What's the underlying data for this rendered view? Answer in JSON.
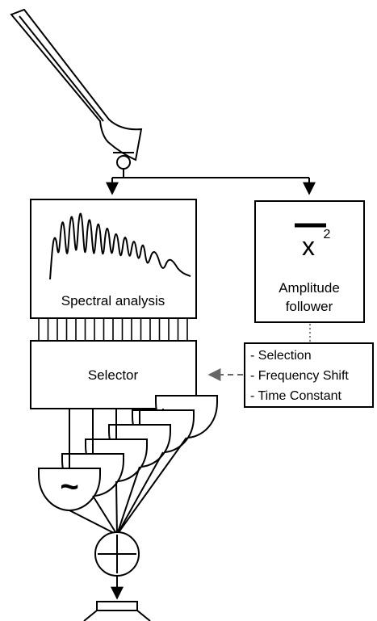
{
  "blocks": {
    "spectral_analysis": "Spectral analysis",
    "amplitude_follower_line1": "Amplitude",
    "amplitude_follower_line2": "follower",
    "amplitude_formula_base": "x",
    "amplitude_formula_exp": "2",
    "selector": "Selector"
  },
  "control_params": [
    "- Selection",
    "- Frequency Shift",
    "- Time Constant"
  ],
  "oscillator_symbol": "~",
  "colors": {
    "line": "#000000",
    "control_arrow": "#666666",
    "background": "#ffffff"
  }
}
